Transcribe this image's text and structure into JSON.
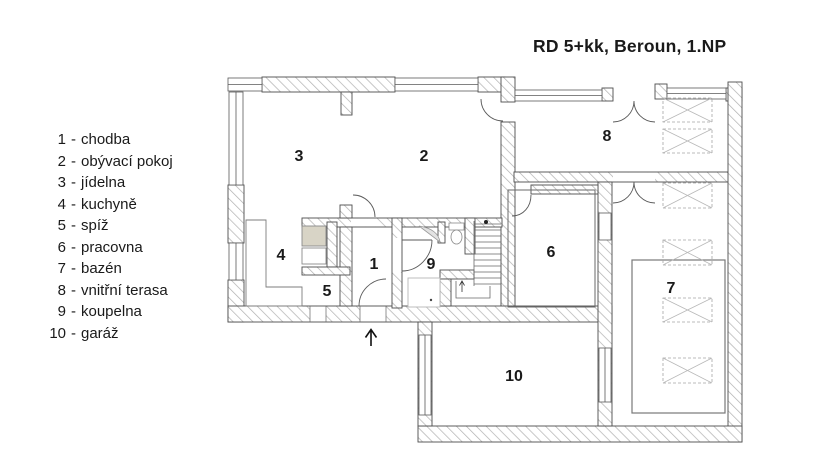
{
  "title": "RD 5+kk, Beroun, 1.NP",
  "legend": {
    "separator": "-",
    "items": [
      {
        "num": "1",
        "label": "chodba"
      },
      {
        "num": "2",
        "label": "obývací pokoj"
      },
      {
        "num": "3",
        "label": "jídelna"
      },
      {
        "num": "4",
        "label": "kuchyně"
      },
      {
        "num": "5",
        "label": "spíž"
      },
      {
        "num": "6",
        "label": "pracovna"
      },
      {
        "num": "7",
        "label": "bazén"
      },
      {
        "num": "8",
        "label": "vnitřní terasa"
      },
      {
        "num": "9",
        "label": "koupelna"
      },
      {
        "num": "10",
        "label": "garáž"
      }
    ]
  },
  "plan": {
    "room_labels": [
      "1",
      "2",
      "3",
      "4",
      "5",
      "6",
      "7",
      "8",
      "9",
      "10"
    ],
    "symbols": {
      "entrance_arrow": "up-arrow"
    }
  },
  "colors": {
    "wall_hatch": "#b0b0b0",
    "wall_outline": "#4d4d4d",
    "cabinet_fill": "#d8d4c6",
    "text": "#1a1a1a"
  }
}
